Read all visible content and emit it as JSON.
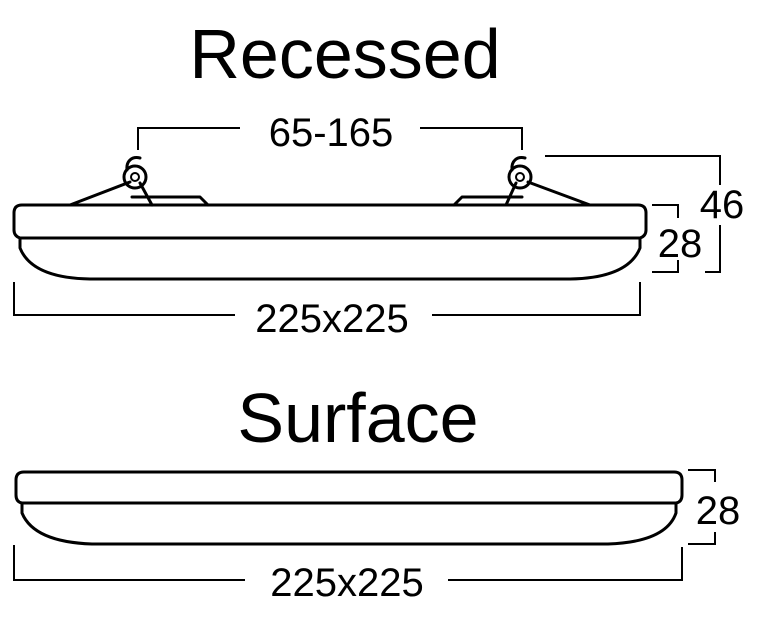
{
  "recessed": {
    "title": "Recessed",
    "dimensions": {
      "clip_range": "65-165",
      "overall_height": "46",
      "body_height": "28",
      "footprint": "225x225"
    }
  },
  "surface": {
    "title": "Surface",
    "dimensions": {
      "body_height": "28",
      "footprint": "225x225"
    }
  }
}
